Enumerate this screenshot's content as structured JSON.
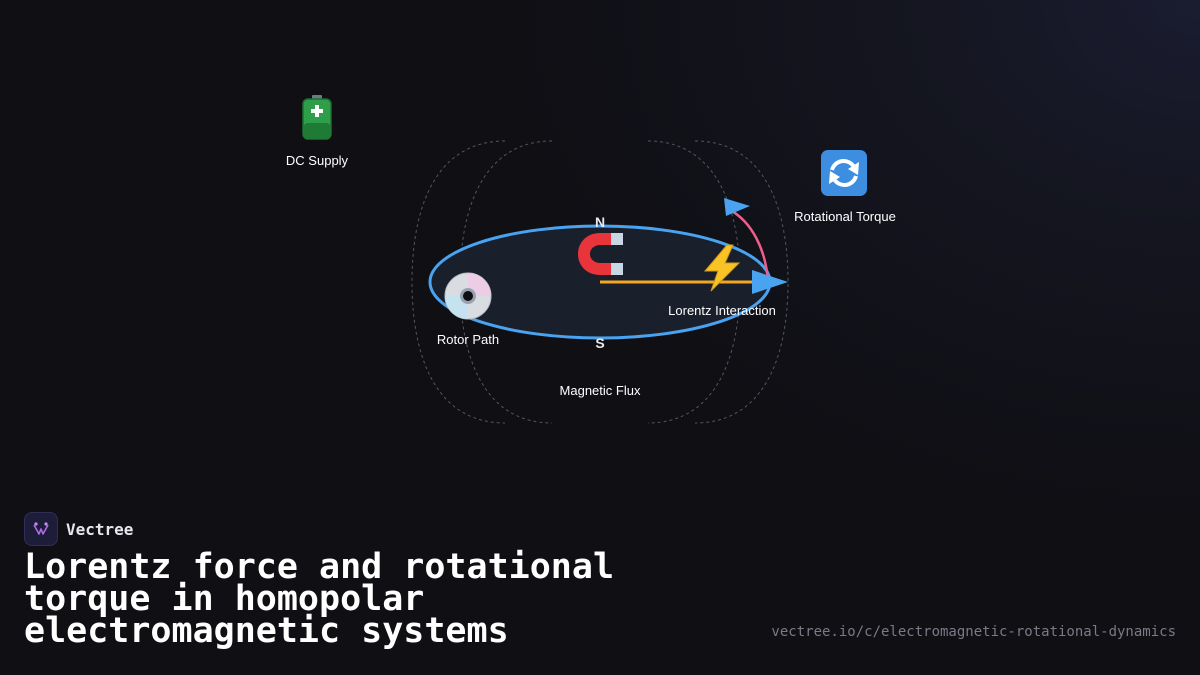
{
  "brand": {
    "name": "Vectree"
  },
  "title": "Lorentz force and rotational torque in homopolar electromagnetic systems",
  "url": "vectree.io/c/electromagnetic-rotational-dynamics",
  "diagram": {
    "labels": {
      "dc_supply": "DC Supply",
      "rotational_torque": "Rotational Torque",
      "lorentz_interaction": "Lorentz Interaction",
      "rotor_path": "Rotor Path",
      "magnetic_flux": "Magnetic Flux",
      "north_pole": "N",
      "south_pole": "S"
    },
    "icons": {
      "dc_supply": "battery-icon",
      "rotational_torque": "rotation-arrows-icon",
      "lorentz_interaction": "lightning-icon",
      "rotor_path": "disc-icon",
      "magnet": "magnet-icon"
    },
    "colors": {
      "rotor_path": "#4aa3f0",
      "current": "#f5a623",
      "torque_arc": "#ee5e8c",
      "arrowheads": "#4aa3f0",
      "flux_lines": "#55555f"
    }
  }
}
